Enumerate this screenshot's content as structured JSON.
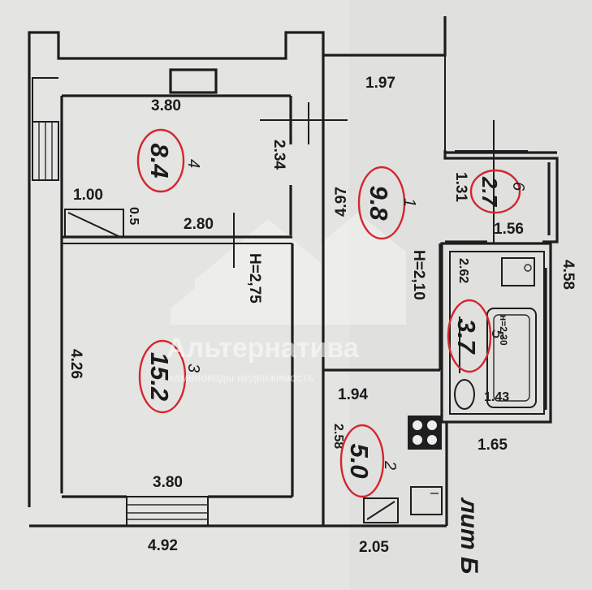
{
  "watermark": {
    "brand": "Альтернатива",
    "tagline": "каменоводы недвижимость"
  },
  "dimensions": {
    "top_corridor": "1.97",
    "room4_top": "3.80",
    "room4_depth": "2.34",
    "closet_w": "1.00",
    "closet_d": "0.5",
    "room4_bottom": "2.80",
    "hall_length": "4.97",
    "room3_depth": "4.26",
    "room3_bottom": "3.80",
    "outer_bottom_left": "4.92",
    "outer_bottom_right": "2.05",
    "wc_depth": "1.31",
    "wc_width": "1.56",
    "bath_outer": "4.58",
    "bath_depth": "2.62",
    "bath_inner": "1.43",
    "bath_width": "1.65",
    "kitchen_top": "1.94",
    "kitchen_depth": "2.58"
  },
  "heights": {
    "main": "Н=2,75",
    "hall": "Н=2,10",
    "bath": "н=2,30"
  },
  "rooms": [
    {
      "number": "4",
      "area": "8.4"
    },
    {
      "number": "1",
      "area": "9.8"
    },
    {
      "number": "6",
      "area": "2.7"
    },
    {
      "number": "5",
      "area": "3.7"
    },
    {
      "number": "3",
      "area": "15.2"
    },
    {
      "number": "2",
      "area": "5.0"
    }
  ],
  "litera": "лит Б"
}
